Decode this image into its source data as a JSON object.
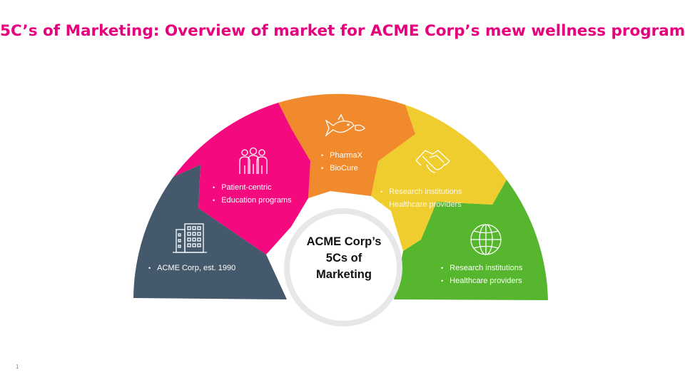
{
  "title": "5C’s of Marketing: Overview of market for ACME Corp’s mew wellness program",
  "center": {
    "line1": "ACME Corp’s",
    "line2": "5Cs of",
    "line3": "Marketing"
  },
  "segments": [
    {
      "color": "#44596b",
      "icon": "building-icon",
      "bullets": [
        "ACME Corp, est. 1990"
      ]
    },
    {
      "color": "#f5097e",
      "icon": "people-icon",
      "bullets": [
        "Patient-centric",
        "Education programs"
      ]
    },
    {
      "color": "#f08a2c",
      "icon": "shark-icon",
      "bullets": [
        "PharmaX",
        "BioCure"
      ]
    },
    {
      "color": "#f0cd2e",
      "icon": "handshake-icon",
      "bullets": [
        "Research institutions",
        "Healthcare providers"
      ]
    },
    {
      "color": "#56b62e",
      "icon": "globe-icon",
      "bullets": [
        "Research institutions",
        "Healthcare providers"
      ]
    }
  ],
  "page_number": "1"
}
